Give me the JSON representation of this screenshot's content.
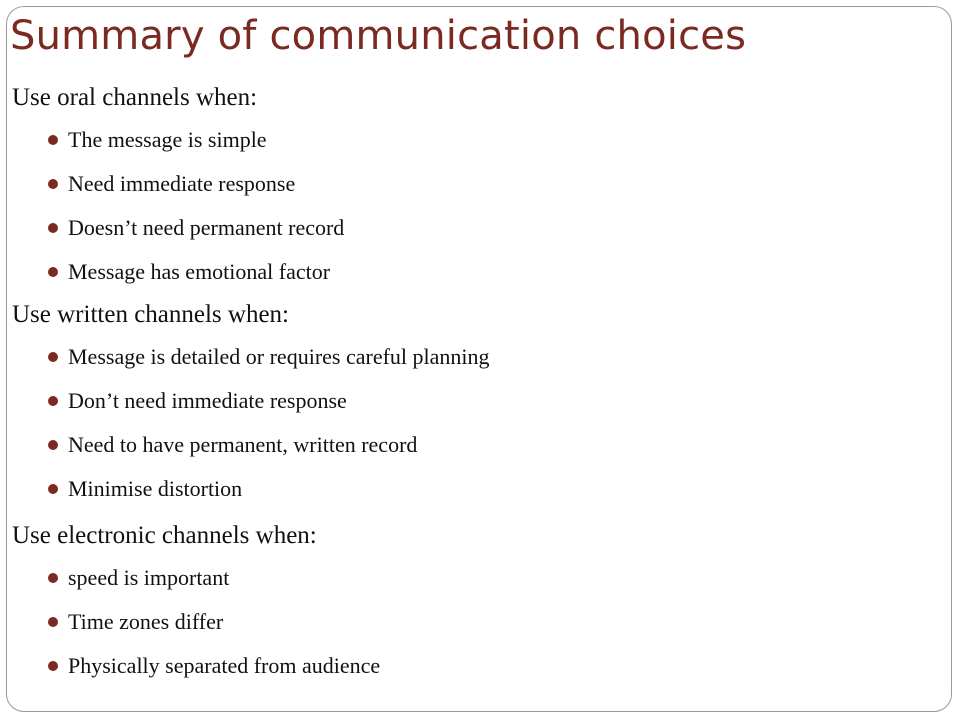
{
  "slide": {
    "title": "Summary of communication choices",
    "accent_color": "#7b2a22",
    "sections": [
      {
        "heading": "Use oral channels when:",
        "items": [
          "The message is simple",
          "Need immediate response",
          "Doesn’t need permanent record",
          "Message has emotional factor"
        ]
      },
      {
        "heading": "Use written channels when:",
        "items": [
          "Message is detailed or requires careful planning",
          "Don’t need immediate response",
          "Need to have permanent, written record",
          "Minimise distortion"
        ]
      },
      {
        "heading": "Use electronic channels when:",
        "items": [
          "speed is important",
          "Time zones differ",
          "Physically separated from audience"
        ]
      }
    ]
  }
}
